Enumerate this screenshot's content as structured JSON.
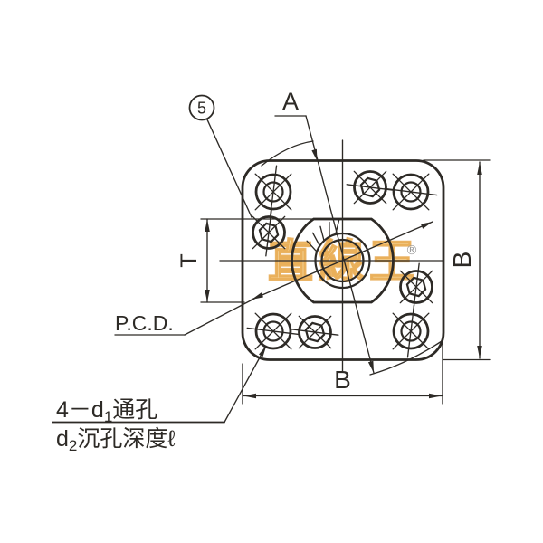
{
  "drawing": {
    "type": "engineering-drawing-flange-nut-face-view",
    "background": "#ffffff",
    "line_color": "#2d2a26",
    "balloon_number": "5",
    "labels": {
      "angle": "A",
      "pcd": "P.C.D.",
      "flat_width": "T",
      "size_right": "B",
      "size_bottom": "B"
    },
    "note": {
      "line1_prefix": "4－d",
      "line1_sub": "1",
      "line1_suffix": "通孔",
      "line2_prefix": "d",
      "line2_sub": "2",
      "line2_suffix": "沉孔深度ℓ"
    },
    "watermark": {
      "text": "直線王",
      "registered": "®",
      "color": "#e89b3c"
    },
    "features": {
      "counterbore_holes_count": 4,
      "socket_screws_count": 4
    }
  }
}
